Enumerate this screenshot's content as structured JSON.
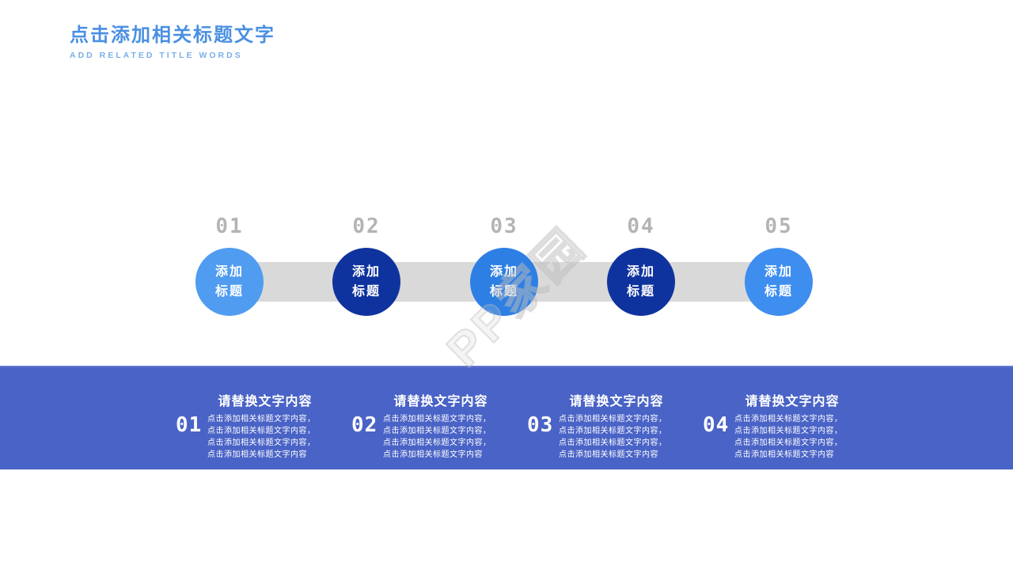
{
  "header": {
    "title": "点击添加相关标题文字",
    "subtitle": "ADD RELATED TITLE WORDS"
  },
  "watermark": {
    "text": "PP家园"
  },
  "timeline": {
    "steps": [
      {
        "number": "01",
        "label_line1": "添加",
        "label_line2": "标题",
        "color": "#4f9cf1"
      },
      {
        "number": "02",
        "label_line1": "添加",
        "label_line2": "标题",
        "color": "#0f339e"
      },
      {
        "number": "03",
        "label_line1": "添加",
        "label_line2": "标题",
        "color": "#2e7fe4"
      },
      {
        "number": "04",
        "label_line1": "添加",
        "label_line2": "标题",
        "color": "#0f339e"
      },
      {
        "number": "05",
        "label_line1": "添加",
        "label_line2": "标题",
        "color": "#3e8ef0"
      }
    ]
  },
  "bottom_band": {
    "items": [
      {
        "number": "01",
        "heading": "请替换文字内容",
        "body": "点击添加相关标题文字内容，点击添加相关标题文字内容，点击添加相关标题文字内容，点击添加相关标题文字内容"
      },
      {
        "number": "02",
        "heading": "请替换文字内容",
        "body": "点击添加相关标题文字内容，点击添加相关标题文字内容，点击添加相关标题文字内容，点击添加相关标题文字内容"
      },
      {
        "number": "03",
        "heading": "请替换文字内容",
        "body": "点击添加相关标题文字内容，点击添加相关标题文字内容，点击添加相关标题文字内容，点击添加相关标题文字内容"
      },
      {
        "number": "04",
        "heading": "请替换文字内容",
        "body": "点击添加相关标题文字内容，点击添加相关标题文字内容，点击添加相关标题文字内容，点击添加相关标题文字内容"
      }
    ]
  },
  "colors": {
    "title_text": "#4a90e2",
    "subtitle_text": "#79aeea",
    "step_number_gray": "#b4b4b4",
    "connector_gray": "#d9d9d9",
    "band_background": "#4a63c6",
    "band_text": "#ffffff",
    "circle_text": "#ffffff",
    "circle_light": "#4f9cf1",
    "circle_dark": "#0f339e"
  }
}
